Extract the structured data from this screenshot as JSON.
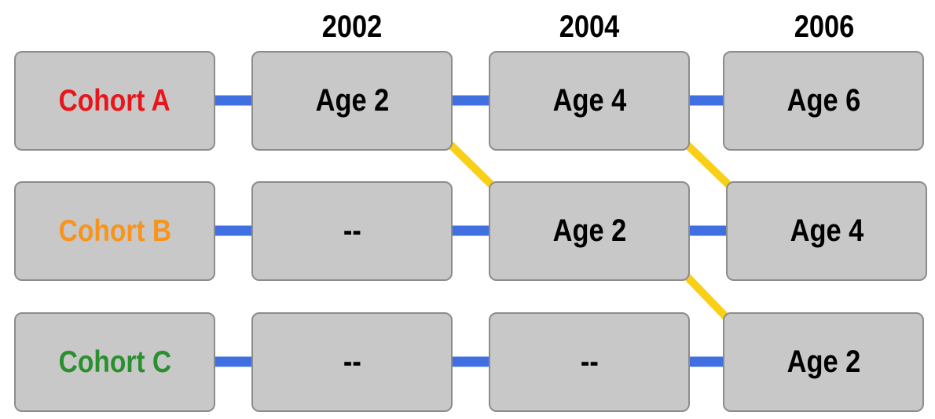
{
  "years": [
    "2002",
    "2004",
    "2006"
  ],
  "cohorts": [
    {
      "label": "Cohort A",
      "color": "#e8151b",
      "cells": [
        "Age 2",
        "Age 4",
        "Age 6"
      ]
    },
    {
      "label": "Cohort B",
      "color": "#f7941d",
      "cells": [
        "--",
        "Age 2",
        "Age 4"
      ]
    },
    {
      "label": "Cohort C",
      "color": "#2a8f2f",
      "cells": [
        "--",
        "--",
        "Age 2"
      ]
    }
  ],
  "colors": {
    "box_fill": "#c8c8c8",
    "box_border": "#8c8c8c",
    "row_link": "#3f6fe0",
    "aging_link": "#f9d017"
  }
}
